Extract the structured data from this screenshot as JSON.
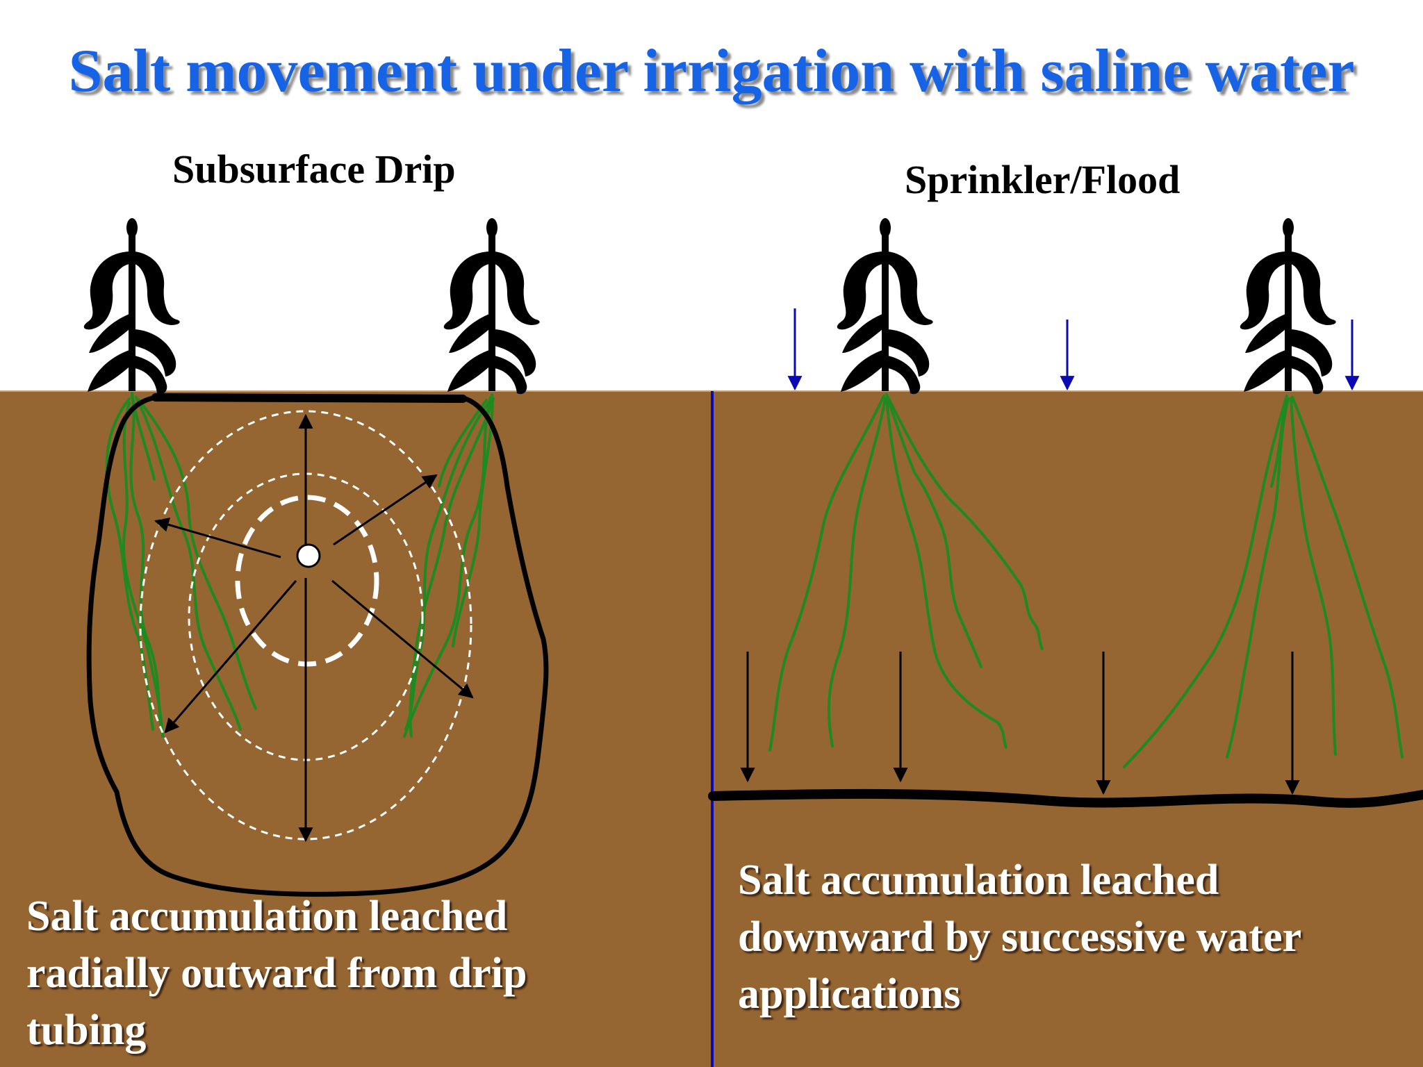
{
  "title": "Salt movement under irrigation with saline water",
  "panels": {
    "left": {
      "heading": "Subsurface Drip",
      "caption": "Salt accumulation leached radially outward from drip tubing"
    },
    "right": {
      "heading": "Sprinkler/Flood",
      "caption": "Salt accumulation leached downward by successive water applications"
    }
  },
  "colors": {
    "title": "#1763e6",
    "soil": "#956532",
    "root": "#1f8a1f",
    "water_arrow": "#0a0ab4",
    "divider": "#0a0ab4",
    "salt_front": "#000000",
    "wetting_front": "#ffffff"
  },
  "icons": {
    "plant": "corn-plant-icon",
    "drip": "drip-emitter-icon"
  }
}
